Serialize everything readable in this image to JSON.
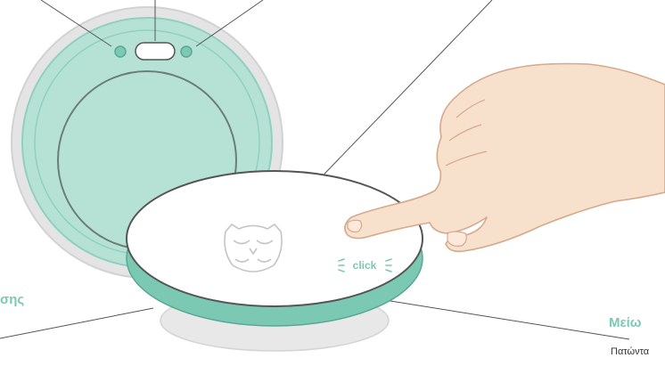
{
  "labels": {
    "left_heading": "σης",
    "right_heading": "Μείω",
    "right_body": "Πατώντα",
    "click": "click"
  },
  "colors": {
    "mint": "#7cc9b3",
    "mint_light": "#b6e2d6",
    "ring_grey": "#e4e4e4",
    "line": "#555555",
    "skin": "#f7e0cc",
    "skin_outline": "#d6a98c"
  },
  "icons": {
    "owl": "owl-logo-icon",
    "click_marks": "click-emphasis-icon"
  }
}
